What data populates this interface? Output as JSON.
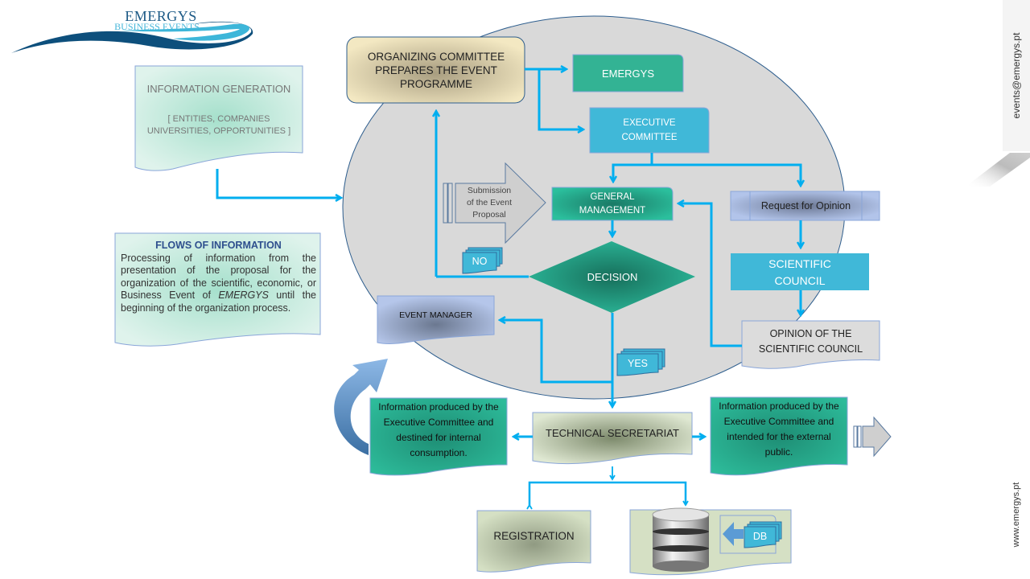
{
  "logo": {
    "title": "EMERGYS",
    "subtitle": "BUSINESS EVENTS"
  },
  "side": {
    "email": "events@emergys.pt",
    "website": "www.emergys.pt"
  },
  "info_generation": {
    "title": "INFORMATION GENERATION",
    "line1": "[ ENTITIES, COMPANIES",
    "line2": "UNIVERSITIES, OPPORTUNITIES ]"
  },
  "flows": {
    "title": "FLOWS OF INFORMATION",
    "body_before": "Processing of information from the presentation of the proposal for the organization of the scientific, economic, or Business Event of ",
    "body_emph": "EMERGYS",
    "body_after": " until the beginning of the organization process."
  },
  "nodes": {
    "organizing_committee": "ORGANIZING COMMITTEE PREPARES THE EVENT PROGRAMME",
    "emergys": "EMERGYS",
    "executive_committee_1": "EXECUTIVE",
    "executive_committee_2": "COMMITTEE",
    "submission_1": "Submission",
    "submission_2": "of the Event",
    "submission_3": "Proposal",
    "general_management_1": "GENERAL",
    "general_management_2": "MANAGEMENT",
    "request_for_opinion": "Request for Opinion",
    "scientific_council_1": "SCIENTIFIC",
    "scientific_council_2": "COUNCIL",
    "no_label": "NO",
    "decision": "DECISION",
    "event_manager": "EVENT MANAGER",
    "opinion_1": "OPINION OF THE",
    "opinion_2": "SCIENTIFIC COUNCIL",
    "yes_label": "YES",
    "technical_secretariat": "TECHNICAL SECRETARIAT",
    "internal_info": "Information produced by the Executive Committee and destined for internal consumption.",
    "external_info": "Information produced by the Executive Committee and intended for the external public.",
    "registration": "REGISTRATION",
    "db_label": "DB"
  },
  "colors": {
    "arrow": "#00aeef",
    "teal": "#2ab397",
    "cyan": "#40b8d8",
    "ellipse": "#d9d9d9",
    "outline": "#2e5e8e"
  }
}
